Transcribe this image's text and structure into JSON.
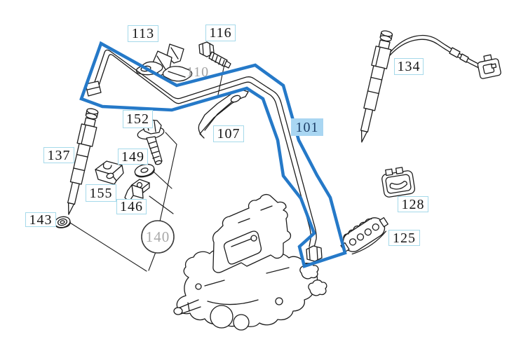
{
  "diagram": {
    "type": "parts-diagram",
    "selected_callout": "101",
    "colors": {
      "background": "#ffffff",
      "line_art": "#1c1c1c",
      "highlight_blue": "#2579c8",
      "callout_border": "#a5d9ea",
      "callout_bg": "#ffffff",
      "callout_text": "#151515",
      "selected_bg": "#a9d6f2",
      "selected_text": "#1d3f68",
      "muted_text": "#a3a3a3"
    },
    "callouts": [
      {
        "text": "113",
        "style": "boxed"
      },
      {
        "text": "116",
        "style": "boxed"
      },
      {
        "text": "110",
        "style": "muted"
      },
      {
        "text": "134",
        "style": "boxed"
      },
      {
        "text": "101",
        "style": "selected"
      },
      {
        "text": "107",
        "style": "boxed"
      },
      {
        "text": "152",
        "style": "boxed"
      },
      {
        "text": "137",
        "style": "boxed"
      },
      {
        "text": "149",
        "style": "boxed"
      },
      {
        "text": "155",
        "style": "boxed"
      },
      {
        "text": "146",
        "style": "boxed"
      },
      {
        "text": "143",
        "style": "boxed"
      },
      {
        "text": "140",
        "style": "muted-circle"
      },
      {
        "text": "128",
        "style": "boxed"
      },
      {
        "text": "125",
        "style": "boxed"
      }
    ]
  }
}
